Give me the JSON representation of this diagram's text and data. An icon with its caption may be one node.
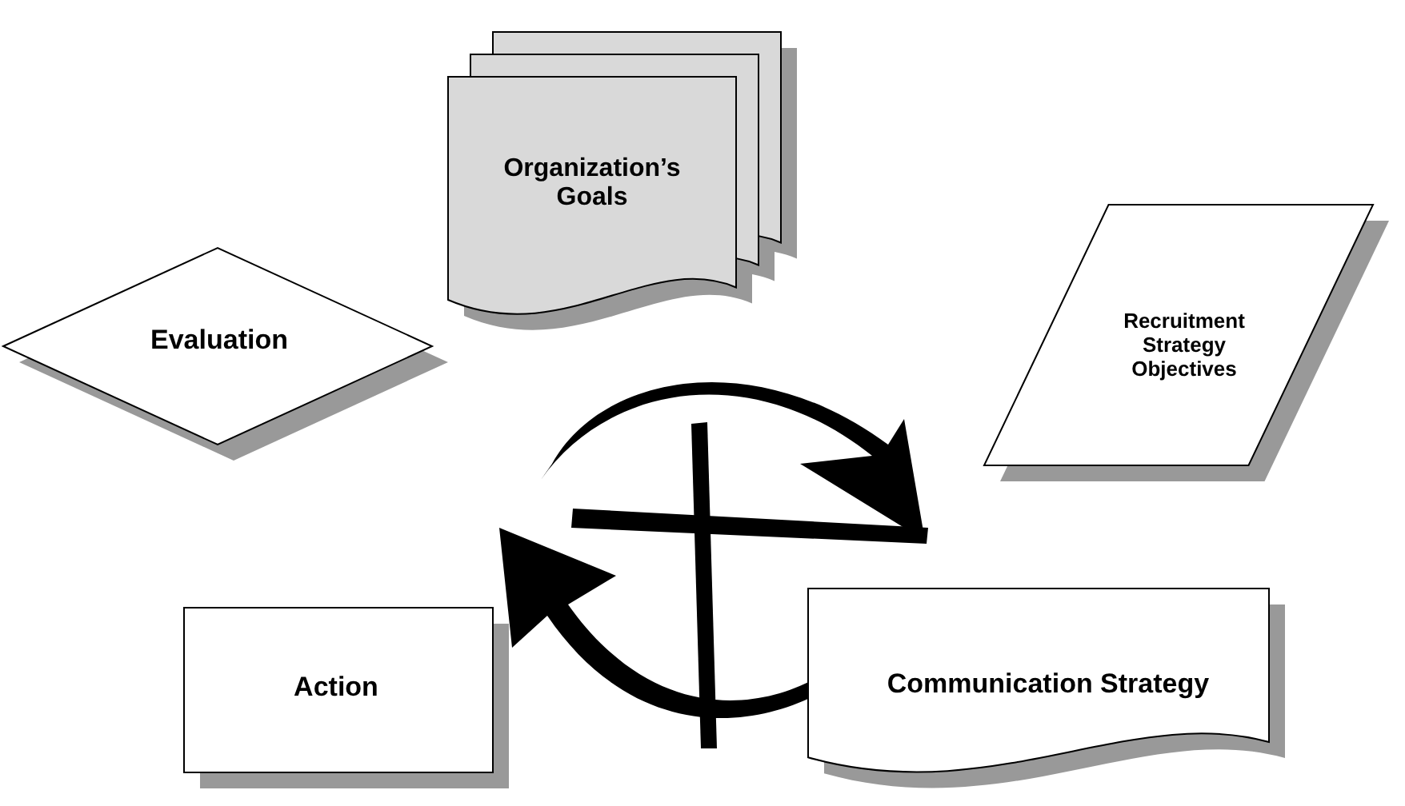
{
  "diagram": {
    "nodes": [
      {
        "text": [
          "Organization’s Goals"
        ]
      },
      {
        "text": [
          "Recruitment Strategy Objectives"
        ]
      },
      {
        "text": [
          "Evaluation"
        ]
      },
      {
        "text": [
          "Action"
        ]
      },
      {
        "text": [
          "Communication Strategy"
        ]
      }
    ]
  }
}
